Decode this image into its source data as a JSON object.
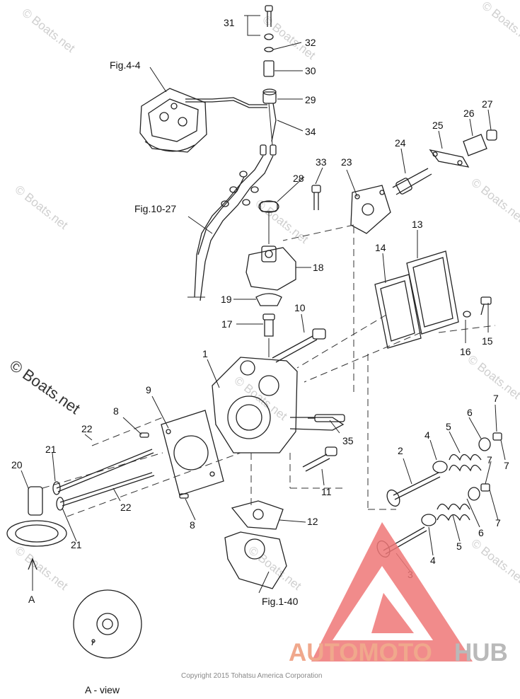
{
  "callouts": {
    "c1": "1",
    "c2": "2",
    "c3": "3",
    "c4a": "4",
    "c4b": "4",
    "c5a": "5",
    "c5b": "5",
    "c6a": "6",
    "c6b": "6",
    "c7a": "7",
    "c7b": "7",
    "c7c": "7",
    "c7d": "7",
    "c8a": "8",
    "c8b": "8",
    "c9": "9",
    "c10": "10",
    "c11": "11",
    "c12": "12",
    "c13": "13",
    "c14": "14",
    "c15": "15",
    "c16": "16",
    "c17": "17",
    "c18": "18",
    "c19": "19",
    "c20": "20",
    "c21a": "21",
    "c21b": "21",
    "c22a": "22",
    "c22b": "22",
    "c23": "23",
    "c24": "24",
    "c25": "25",
    "c26": "26",
    "c27": "27",
    "c28": "28",
    "c29": "29",
    "c30": "30",
    "c31": "31",
    "c32": "32",
    "c33": "33",
    "c34": "34",
    "c35": "35"
  },
  "figure_refs": {
    "fig_4_4": "Fig.4-4",
    "fig_10_27": "Fig.10-27",
    "fig_1_40": "Fig.1-40"
  },
  "view_labels": {
    "a_arrow": "A",
    "a_view": "A - view"
  },
  "watermark": {
    "text": "© Boats.net",
    "small": "© Boats.net"
  },
  "copyright": "Copyright 2015 Tohatsu America Corporation",
  "logo": {
    "part1": "AUTOMOTO",
    "part2": "HUB",
    "triangle_color": "#ee6a6a"
  }
}
